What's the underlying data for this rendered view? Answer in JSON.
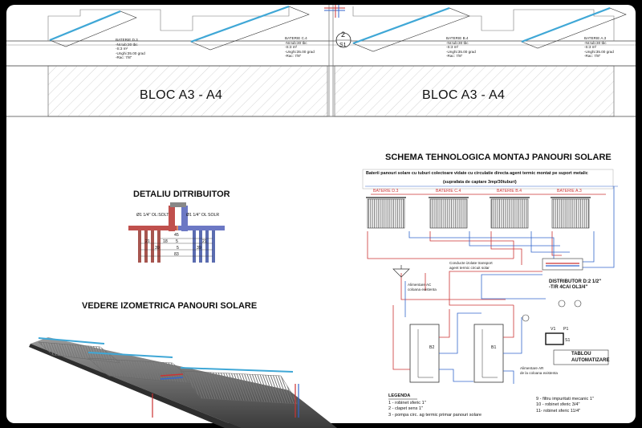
{
  "plan": {
    "bloc_left": "BLOC A3 - A4",
    "bloc_right": "BLOC A3 - A4",
    "riser_label": "S1",
    "riser_number": "2",
    "batteries": [
      {
        "name": "BATERIE D.3",
        "specs": [
          "-Nr.tub:30 tbc",
          "-S:3 m²",
          "-Unghi:35.00 grad",
          "-Rac: 7/8\""
        ]
      },
      {
        "name": "BATERIE C.4",
        "specs": [
          "-Nr.tub:30 tbc",
          "-S:3 m²",
          "-Unghi:35.00 grad",
          "-Rac: 7/8\""
        ]
      },
      {
        "name": "BATERIE B.4",
        "specs": [
          "-Nr.tub:30 tbc",
          "-S:3 m²",
          "-Unghi:35.00 grad",
          "-Rac: 7/8\""
        ]
      },
      {
        "name": "BATERIE A.3",
        "specs": [
          "-Nr.tub:30 tbc",
          "-S:3 m²",
          "-Unghi:35.00 grad",
          "-Rac: 7/8\""
        ]
      }
    ]
  },
  "distributor": {
    "title": "DETALIU DITRIBUITOR",
    "label_left": "Ø1 1/4\" OL:SOLT",
    "label_right": "Ø1 1/4\" OL SOLR",
    "dims": [
      "45",
      "21",
      "18",
      "5",
      "21",
      "39",
      "5",
      "39",
      "83"
    ]
  },
  "iso": {
    "title": "VEDERE IZOMETRICA PANOURI SOLARE"
  },
  "scheme": {
    "title": "SCHEMA TEHNOLOGICA MONTAJ PANOURI SOLARE",
    "subtitle_1": "Baterii panouri solare cu tuburi colectoare vidate cu circulatie directa agent termic montat pe suport metalic",
    "subtitle_2": "(suprafata de captare 3mp/30tuburi)",
    "batteries": [
      "BATERIE D.3",
      "BATERIE C.4",
      "BATERIE B.4",
      "BATERIE A.3"
    ],
    "conduct_note_1": "Conducte izolate transport",
    "conduct_note_2": "agent termic circuit solar",
    "distributor_label_1": "DISTRIBUTOR D:2 1/2\"",
    "distributor_label_2": "-T/R 4CAI OL3/4\"",
    "supply_ac_1": "Alimentare AC",
    "supply_ac_2": "coloana existenta",
    "supply_ar_1": "Alimentare AR",
    "supply_ar_2": "de la coloana existenta",
    "control_label_1": "TABLOU",
    "control_label_2": "AUTOMATIZARE",
    "control_codes": [
      "V1",
      "P1",
      "S1",
      "B1",
      "B2"
    ],
    "legend_title": "LEGENDA",
    "legend_left": [
      "1 - robinet sferic 1\"",
      "2 - clapet sens 1\"",
      "3 - pompa circ. ag termic primar panouri solare"
    ],
    "legend_right": [
      "9 - filtru impuritati mecanic 1\"",
      "10 - robinet sferic 3/4\"",
      "11- robinet sferic 11/4\""
    ]
  }
}
